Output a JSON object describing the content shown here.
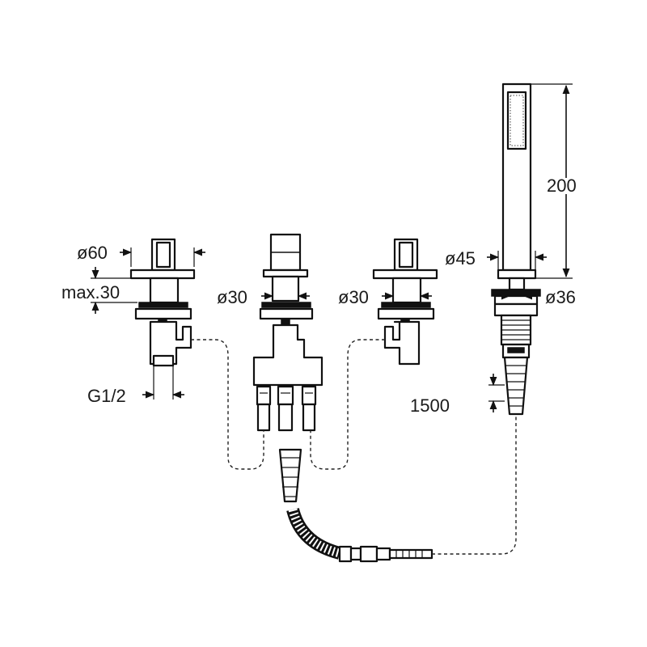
{
  "dimensions": {
    "left_diameter": "ø60",
    "max_thickness": "max.30",
    "thread": "G1/2",
    "center_diameter": "ø30",
    "right_valve_diameter": "ø30",
    "handset_diameter": "ø45",
    "hose_nut_diameter": "ø36",
    "handset_length": "200",
    "hose_length": "1500"
  },
  "colors": {
    "stroke": "#111111",
    "background": "#ffffff"
  }
}
